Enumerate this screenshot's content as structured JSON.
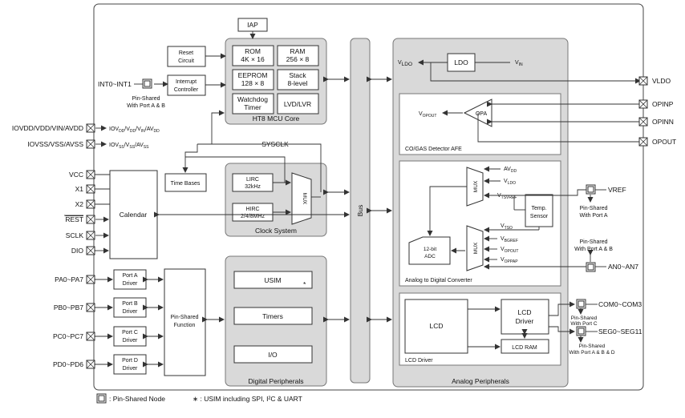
{
  "blocks": {
    "iap": "IAP",
    "reset_circuit": [
      "Reset",
      "Circuit"
    ],
    "interrupt_controller": [
      "Interrupt",
      "Controller"
    ],
    "rom": [
      "ROM",
      "4K × 16"
    ],
    "ram": [
      "RAM",
      "256 × 8"
    ],
    "eeprom": [
      "EEPROM",
      "128 × 8"
    ],
    "stack": [
      "Stack",
      "8-level"
    ],
    "watchdog": [
      "Watchdog",
      "Timer"
    ],
    "lvd": "LVD/LVR",
    "mcu_core_title": "HT8 MCU Core",
    "sysclk": "SYSCLK",
    "time_bases": "Time Bases",
    "lirc": [
      "LIRC",
      "32kHz"
    ],
    "hirc": [
      "HIRC",
      "2/4/8MHz"
    ],
    "mux": "MUX",
    "clock_system_title": "Clock System",
    "calendar": "Calendar",
    "port_a": [
      "Port A",
      "Driver"
    ],
    "port_b": [
      "Port B",
      "Driver"
    ],
    "port_c": [
      "Port C",
      "Driver"
    ],
    "port_d": [
      "Port D",
      "Driver"
    ],
    "pin_shared_function": [
      "Pin-Shared",
      "Function"
    ],
    "usim": "USIM",
    "usim_mark": "*",
    "timers": "Timers",
    "io": "I/O",
    "digital_peripherals_title": "Digital Peripherals",
    "bus": "Bus",
    "ldo": "LDO",
    "vldo_inner": "V",
    "vldo_inner_sub": "LDO",
    "vin": "V",
    "vin_sub": "IN",
    "opa": "OPA",
    "vopout": "V",
    "vopout_sub": "OPOUT",
    "co_gas_title": "CO/GAS Detector AFE",
    "adc_mux": "MUX",
    "adc_mux2": "MUX",
    "adc_inputs_top": [
      [
        "AV",
        "DD"
      ],
      [
        "V",
        "LDO"
      ],
      [
        "V",
        "TSVREF"
      ]
    ],
    "temp_sensor": [
      "Temp.",
      "Sensor"
    ],
    "vtso": [
      "V",
      "TSO"
    ],
    "adc_inputs_bottom": [
      [
        "V",
        "BGREF"
      ],
      [
        "V",
        "OPOUT"
      ],
      [
        "V",
        "OPPAP"
      ]
    ],
    "adc": [
      "12-bit",
      "ADC"
    ],
    "adc_title": "Analog to Digital Converter",
    "lcd": "LCD",
    "lcd_driver": [
      "LCD",
      "Driver"
    ],
    "lcd_ram": "LCD RAM",
    "lcd_driver_title": "LCD Driver",
    "analog_peripherals_title": "Analog Peripherals"
  },
  "pins": {
    "int": "INT0~INT1",
    "int_note": [
      "Pin-Shared",
      "With Port A & B"
    ],
    "power1": "IOVDD/VDD/VIN/AVDD",
    "power1_inner": [
      [
        "IOV",
        "DD"
      ],
      [
        "/V",
        "DD"
      ],
      [
        "/V",
        "IN"
      ],
      [
        "/AV",
        "DD"
      ]
    ],
    "power2": "IOVSS/VSS/AVSS",
    "power2_inner": [
      [
        "IOV",
        "SS"
      ],
      [
        "/V",
        "SS"
      ],
      [
        "/AV",
        "SS"
      ]
    ],
    "vcc": "VCC",
    "x1": "X1",
    "x2": "X2",
    "rest": "REST",
    "sclk": "SCLK",
    "dio": "DIO",
    "pa": "PA0~PA7",
    "pb": "PB0~PB7",
    "pc": "PC0~PC7",
    "pd": "PD0~PD6",
    "vldo": "VLDO",
    "opinp": "OPINP",
    "opinn": "OPINN",
    "opout": "OPOUT",
    "vref": "VREF",
    "vref_note": [
      "Pin-Shared",
      "With Port A"
    ],
    "an_note": [
      "Pin-Shared",
      "With Port A & B"
    ],
    "an": "AN0~AN7",
    "com": "COM0~COM3",
    "com_note": [
      "Pin-Shared",
      "With Port C"
    ],
    "seg": "SEG0~SEG11",
    "seg_note": [
      "Pin-Shared",
      "With Port A & B & D"
    ]
  },
  "legend": {
    "node": ": Pin-Shared Node",
    "usim_note": "∗ : USIM including SPI, I²C & UART"
  },
  "colors": {
    "panel_fill": "#d9d9d9",
    "block_fill": "#ffffff",
    "stroke": "#333333"
  }
}
